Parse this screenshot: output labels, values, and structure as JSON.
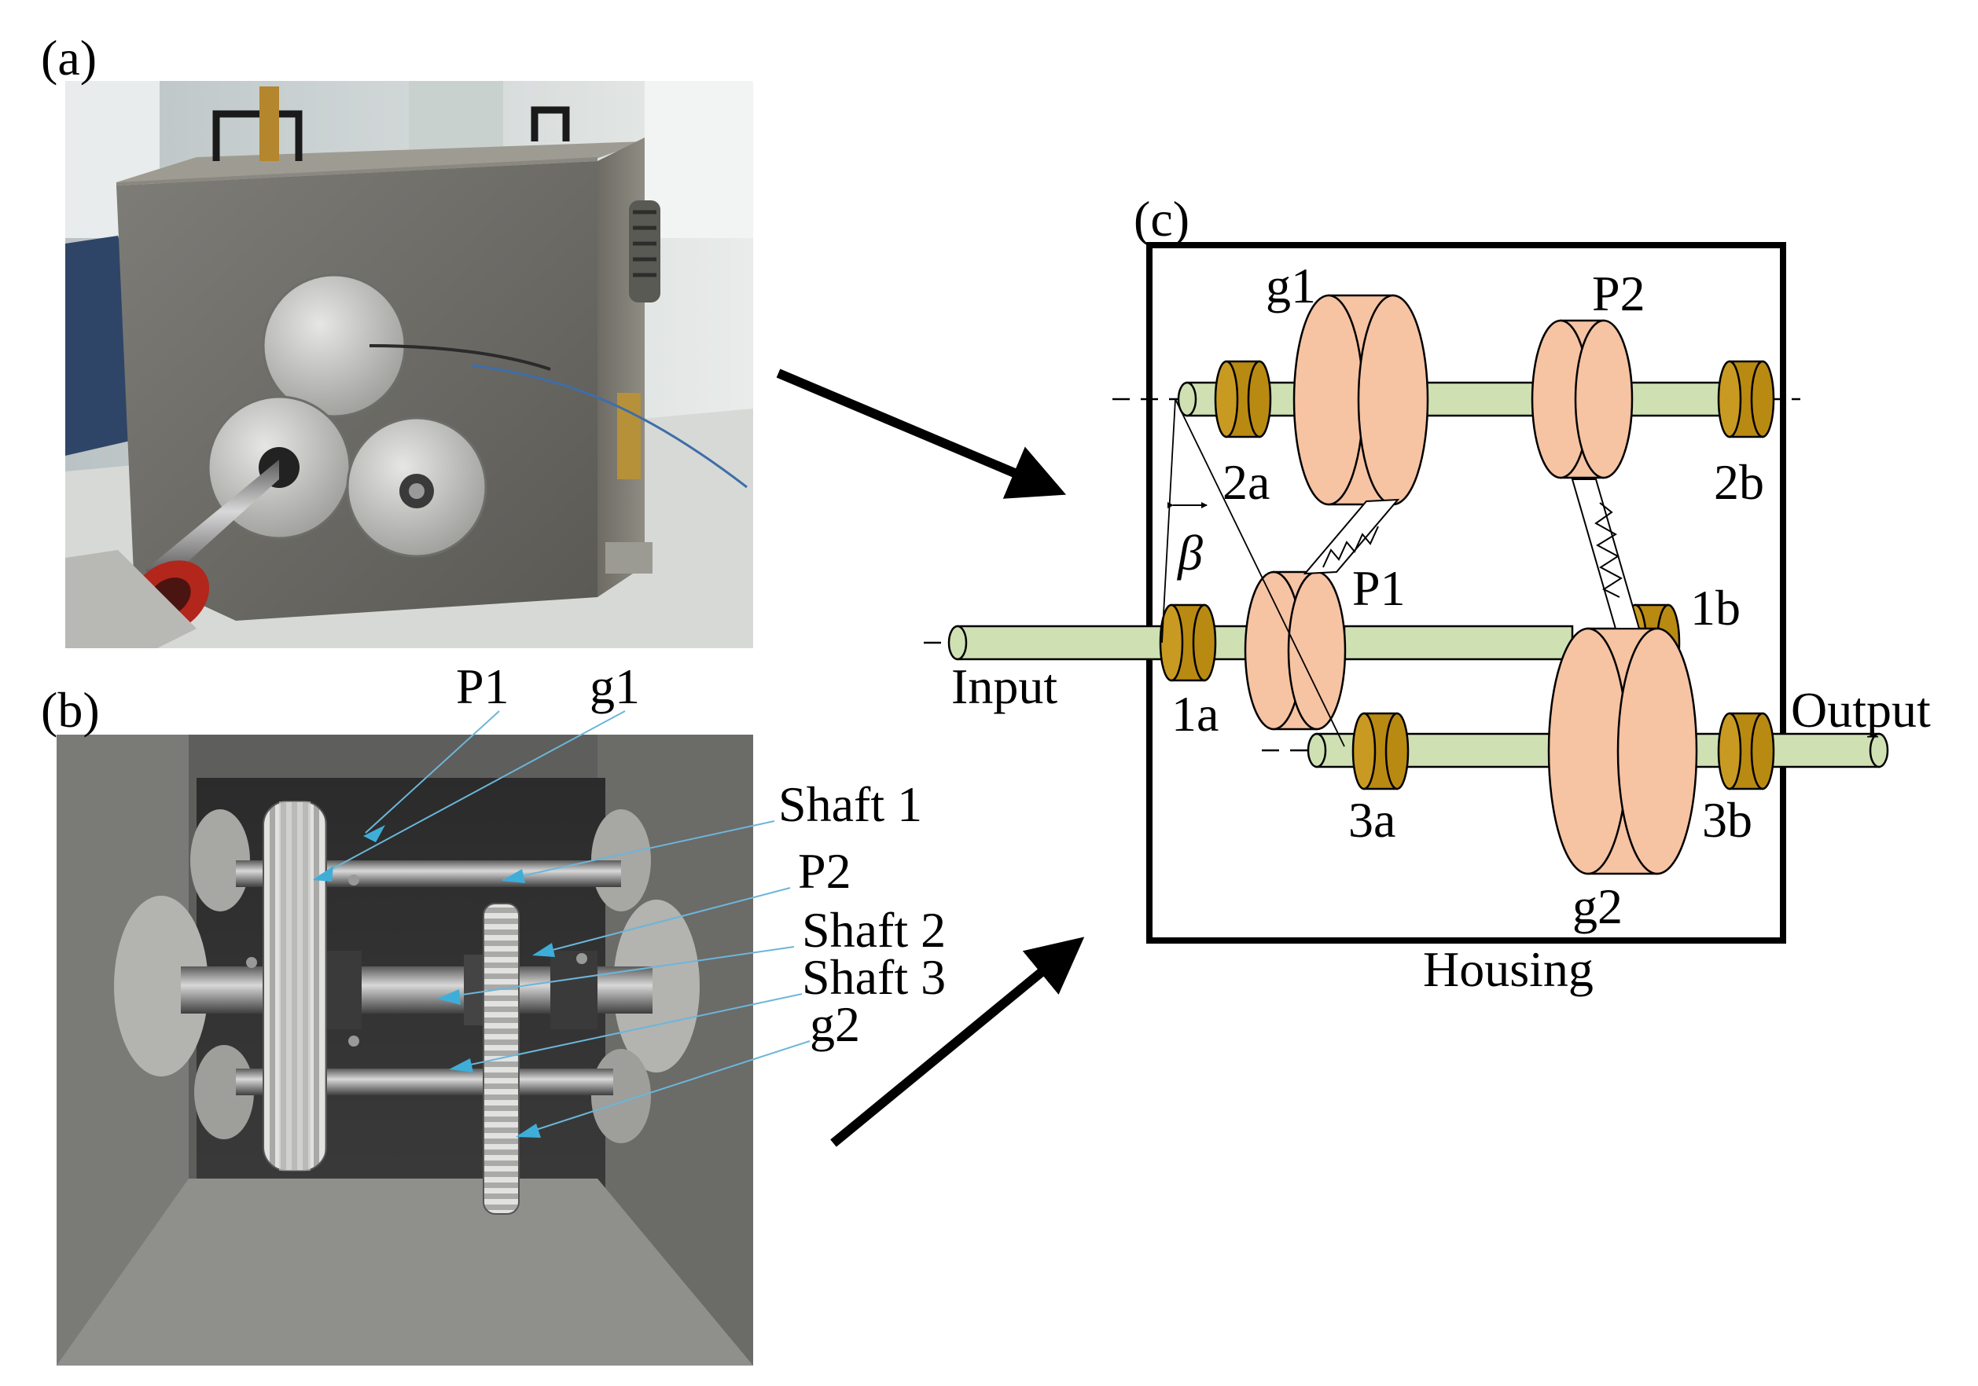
{
  "panels": {
    "a": {
      "label": "(a)"
    },
    "b": {
      "label": "(b)",
      "callouts": [
        "P1",
        "g1",
        "Shaft 1",
        "P2",
        "Shaft 2",
        "Shaft 3",
        "g2"
      ]
    },
    "c": {
      "label": "(c)",
      "gears": {
        "g1": "g1",
        "p2": "P2",
        "p1": "P1",
        "g2": "g2"
      },
      "bearings": {
        "b2a": "2a",
        "b2b": "2b",
        "b1a": "1a",
        "b1b": "1b",
        "b3a": "3a",
        "b3b": "3b"
      },
      "input": "Input",
      "output": "Output",
      "housing": "Housing",
      "beta": "β"
    }
  },
  "colors": {
    "shaft": "#cfe0b3",
    "gear": "#f6c3a3",
    "bearing": "#b98a12",
    "callout_line": "#6cb6d9",
    "callout_arrow": "#3eaed8"
  }
}
